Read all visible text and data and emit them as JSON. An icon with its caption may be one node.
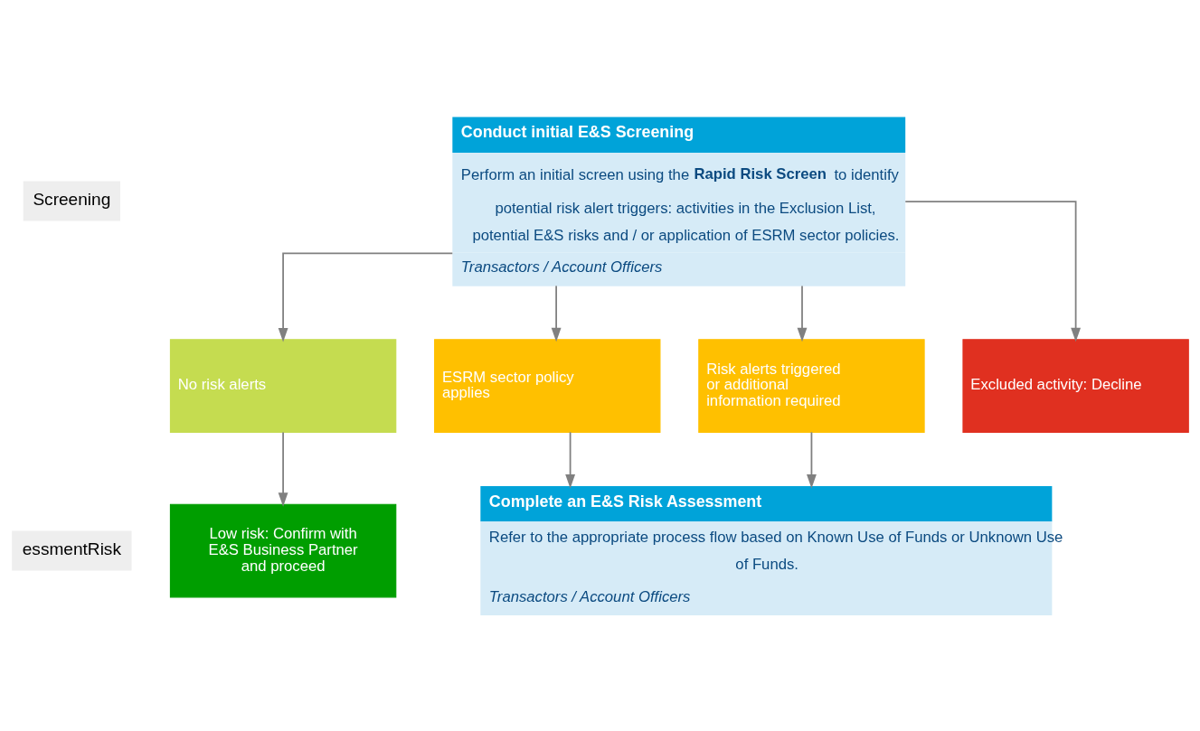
{
  "diagram": {
    "nodes": [
      {
        "text": [
          "Conduct initial E&S Screening",
          "Perform an initial screen using the **Rapid Risk Screen** to identify potential risk alert triggers: activities in the Exclusion List, potential E&S risks and / or application of ESRM sector policies.",
          "Transactors / Account Officers"
        ]
      },
      {
        "text": [
          "No risk alerts"
        ]
      },
      {
        "text": [
          "Low risk: Confirm with E&S Business Partner and proceed"
        ]
      },
      {
        "text": [
          "ESRM sector policy applies"
        ]
      },
      {
        "text": [
          "Risk alerts triggered or additional information required"
        ]
      },
      {
        "text": [
          "Excluded activity: Decline"
        ]
      },
      {
        "text": [
          "Complete an E&S Risk Assessment",
          "Refer to the appropriate process flow based on Known Use of Funds or Unknown Use of Funds.",
          "Transactors / Account Officers"
        ]
      }
    ],
    "edges": [
      {
        "from": 0,
        "to": 1,
        "arrow": "to"
      },
      {
        "from": 0,
        "to": 3,
        "arrow": "to"
      },
      {
        "from": 0,
        "to": 4,
        "arrow": "to"
      },
      {
        "from": 0,
        "to": 5,
        "arrow": "to"
      },
      {
        "from": 1,
        "to": 2,
        "arrow": "to"
      },
      {
        "from": 3,
        "to": 6,
        "arrow": "to"
      },
      {
        "from": 4,
        "to": 6,
        "arrow": "to"
      }
    ],
    "labels": [
      "Screening",
      "essmentRisk"
    ]
  }
}
